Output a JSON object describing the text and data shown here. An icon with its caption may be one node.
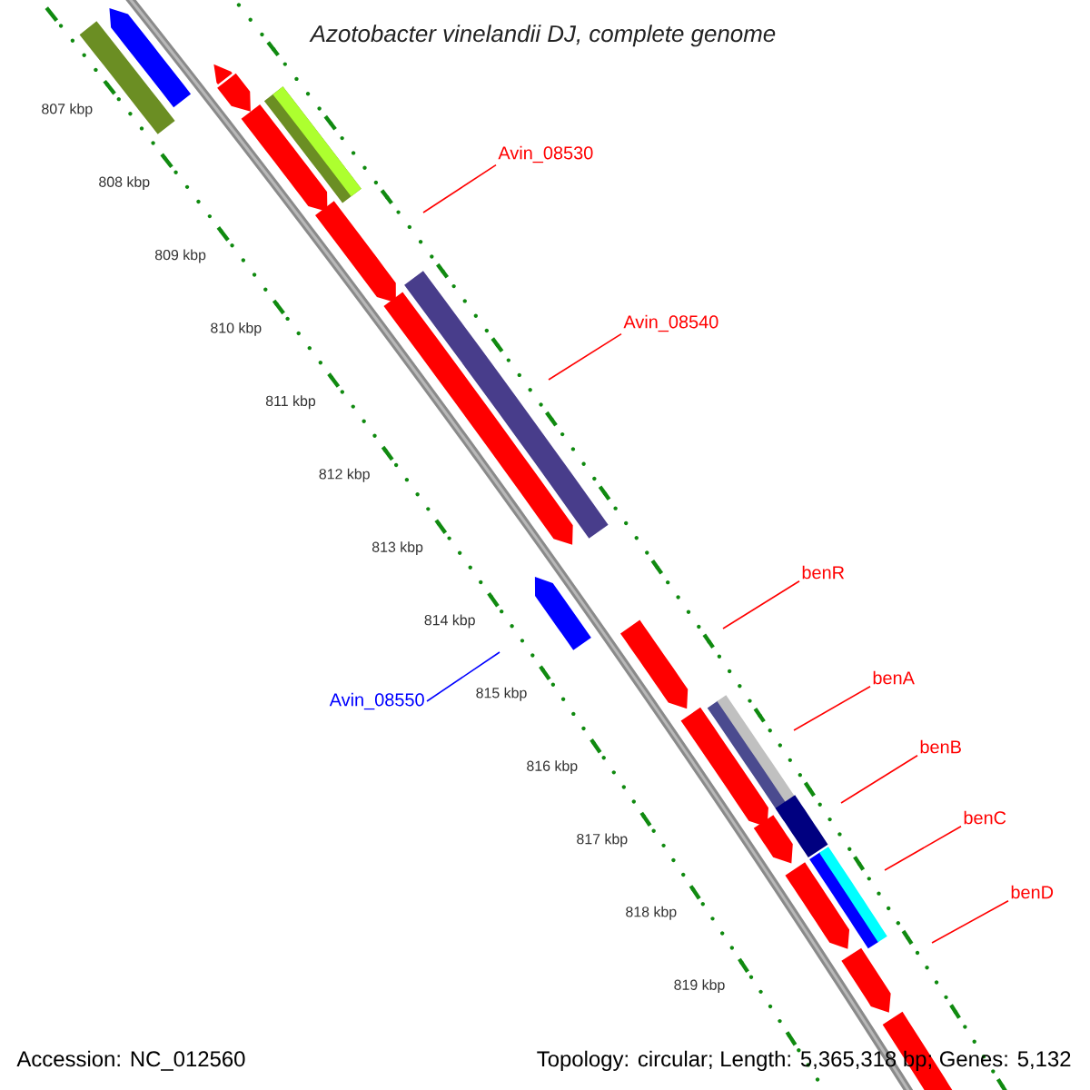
{
  "diagram": {
    "title": "Azotobacter vinelandii DJ, complete genome",
    "nodes": [
      {
        "text": [
          "Avin_08530"
        ]
      },
      {
        "text": [
          "Avin_08540"
        ]
      },
      {
        "text": [
          "benR"
        ]
      },
      {
        "text": [
          "benA"
        ]
      },
      {
        "text": [
          "benB"
        ]
      },
      {
        "text": [
          "benC"
        ]
      },
      {
        "text": [
          "benD"
        ]
      },
      {
        "text": [
          "Avin_08550"
        ]
      }
    ],
    "edges": [
      {
        "from": 0,
        "to": null,
        "arrow": "none"
      },
      {
        "from": 1,
        "to": null,
        "arrow": "none"
      },
      {
        "from": 2,
        "to": null,
        "arrow": "none"
      },
      {
        "from": 3,
        "to": null,
        "arrow": "none"
      },
      {
        "from": 4,
        "to": null,
        "arrow": "none"
      },
      {
        "from": 5,
        "to": null,
        "arrow": "none"
      },
      {
        "from": 6,
        "to": null,
        "arrow": "none"
      },
      {
        "from": 7,
        "to": null,
        "arrow": "none",
        "color": "#0000ff"
      }
    ],
    "labels": [
      "807 kbp",
      "808 kbp",
      "809 kbp",
      "810 kbp",
      "811 kbp",
      "812 kbp",
      "813 kbp",
      "814 kbp",
      "815 kbp",
      "816 kbp",
      "817 kbp",
      "818 kbp",
      "819 kbp",
      "Accession: NC_012560",
      "Topology: circular; Length: 5,365,318 bp; Genes: 5,132"
    ]
  }
}
